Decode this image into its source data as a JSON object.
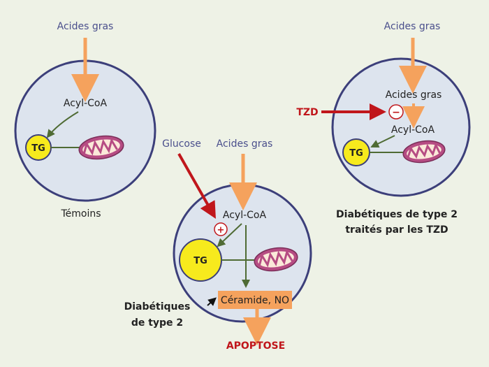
{
  "colors": {
    "background": "#eef2e6",
    "cell_fill": "#dde4ee",
    "cell_stroke": "#3c3f7a",
    "fatty_arrow": "#f5a25d",
    "green_arrow": "#4f6b34",
    "red": "#c0161b",
    "tg_fill": "#f7ea1d",
    "mito_fill": "#b64c83",
    "ceramide_fill": "#f5a25d"
  },
  "panel1": {
    "top_label": "Acides gras",
    "acyl": "Acyl-CoA",
    "tg": "TG",
    "caption": "Témoins"
  },
  "panel2": {
    "glucose": "Glucose",
    "fatty": "Acides gras",
    "acyl": "Acyl-CoA",
    "plus": "+",
    "tg": "TG",
    "ceramide": "Céramide, NO",
    "caption_line1": "Diabétiques",
    "caption_line2": "de type 2",
    "apoptose": "APOPTOSE"
  },
  "panel3": {
    "top_label": "Acides gras",
    "inner_fatty": "Acides gras",
    "tzd": "TZD",
    "minus": "−",
    "acyl": "Acyl-CoA",
    "tg": "TG",
    "caption_line1": "Diabétiques de type 2",
    "caption_line2": "traités par les TZD"
  }
}
